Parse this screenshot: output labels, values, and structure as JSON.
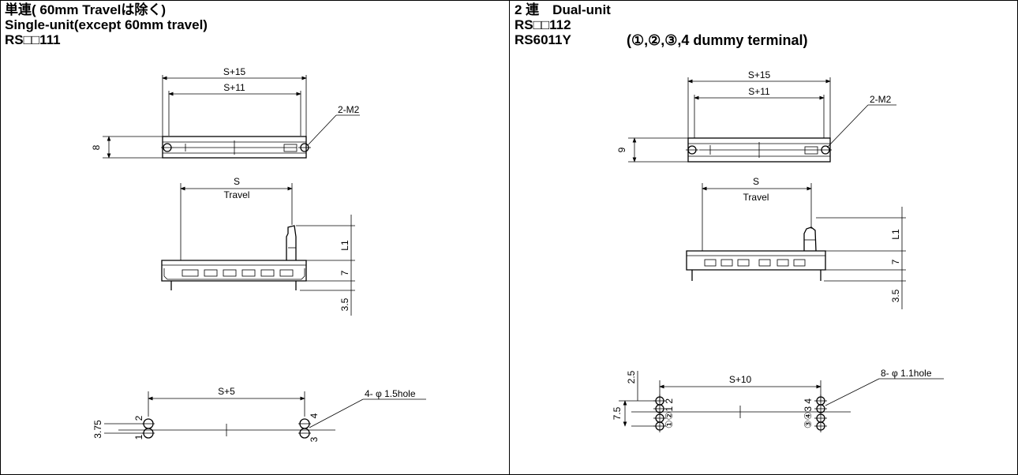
{
  "left": {
    "title_jp": "単連( 60mm Travelは除く)",
    "title_en": "Single-unit(except 60mm travel)",
    "model": "RS□□111",
    "top_view": {
      "dim_outer": "S+15",
      "dim_inner": "S+11",
      "dim_height": "8",
      "screw": "2-M2"
    },
    "side_view": {
      "dim_s": "S",
      "travel": "Travel",
      "dim_l1": "L1",
      "dim_7": "7",
      "dim_35": "3.5"
    },
    "pcb": {
      "dim_span": "S+5",
      "dim_pitch": "3.75",
      "hole_note": "4- φ 1.5hole",
      "pin_1": "1",
      "pin_2": "2",
      "pin_3": "3",
      "pin_4": "4"
    }
  },
  "right": {
    "title": "2 連　Dual-unit",
    "model": "RS□□112",
    "model2": "RS6011Y",
    "dummy_note": "(①,②,③,4 dummy terminal)",
    "top_view": {
      "dim_outer": "S+15",
      "dim_inner": "S+11",
      "dim_height": "9",
      "screw": "2-M2"
    },
    "side_view": {
      "dim_s": "S",
      "travel": "Travel",
      "dim_l1": "L1",
      "dim_7": "7",
      "dim_35": "3.5"
    },
    "pcb": {
      "dim_span": "S+10",
      "dim_25": "2.5",
      "dim_75": "7.5",
      "hole_note": "8- φ 1.1hole",
      "pins_left": "①②1 2",
      "pins_right": "③④3 4"
    }
  }
}
